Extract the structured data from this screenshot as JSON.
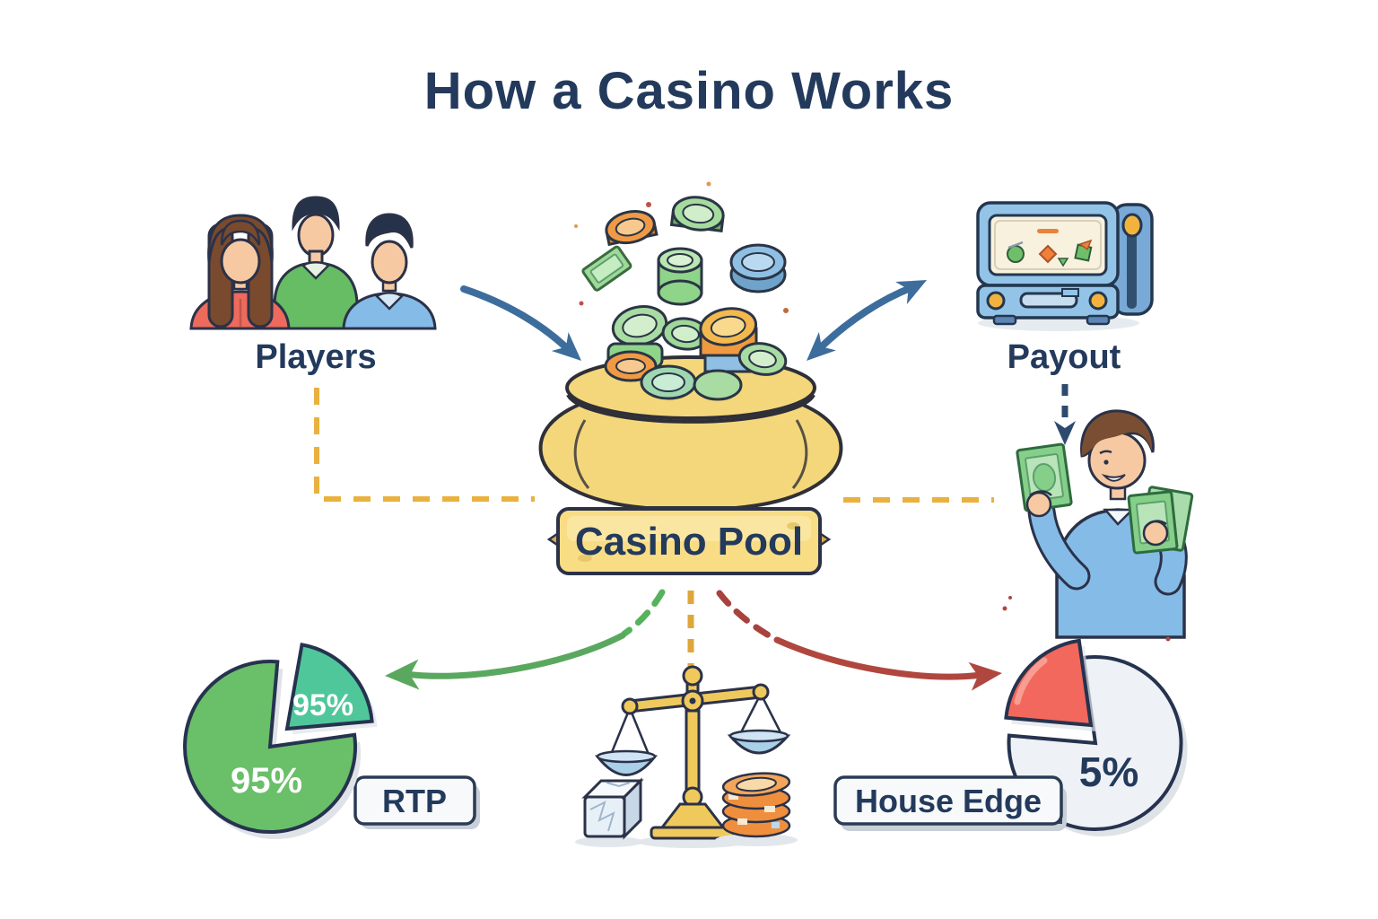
{
  "title": "How a Casino Works",
  "nodes": {
    "players": {
      "label": "Players"
    },
    "casino_pool": {
      "label": "Casino Pool"
    },
    "payout": {
      "label": "Payout"
    },
    "rtp": {
      "label": "RTP",
      "main_slice_text": "95%",
      "exploded_slice_text": "95%"
    },
    "house_edge": {
      "label": "House Edge",
      "value_text": "5%"
    }
  },
  "icons": [
    "players-icon",
    "falling-chips-icon",
    "casino-pool-pot-icon",
    "slot-machine-icon",
    "man-with-money-icon",
    "balance-scale-icon",
    "dice-icon",
    "chip-stack-icon",
    "rtp-pie-chart",
    "house-edge-pie-chart"
  ],
  "colors": {
    "navy_text": "#233a5c",
    "arrow_blue": "#3d6d9c",
    "arrow_green": "#5aa85f",
    "arrow_red": "#b0473f",
    "dashed_gold": "#eab13f",
    "payout_arrow_navy": "#2e4b6e",
    "pot_gold": "#f4d77b",
    "banner_gold": "#f9dd85",
    "pie_green": "#6abf69",
    "pie_teal": "#4fc79a",
    "pie_red": "#f2685c",
    "pie_gray": "#eef1f5",
    "shirt_red": "#ee6a5c",
    "shirt_green": "#66bd63",
    "shirt_blue": "#85bbe7",
    "machine_blue": "#93c4e8"
  },
  "chart_data": [
    {
      "type": "pie",
      "title": "RTP",
      "slices": [
        {
          "text": "95%",
          "value": 95,
          "color": "#6abf69",
          "exploded": false
        },
        {
          "text": "95%",
          "value": 95,
          "color": "#4fc79a",
          "exploded": true,
          "visual_fraction": 0.25
        }
      ],
      "note": "green pie, exploded top-right quarter slice, both regions annotated 95%"
    },
    {
      "type": "pie",
      "title": "House Edge",
      "slices": [
        {
          "text": "5%",
          "value": 5,
          "color": "#f2685c",
          "exploded": true,
          "visual_fraction": 0.25
        },
        {
          "text": "",
          "value": 95,
          "color": "#eef1f5",
          "exploded": false
        }
      ],
      "note": "white pie annotated 5%, exploded red top-left quarter slice"
    }
  ]
}
